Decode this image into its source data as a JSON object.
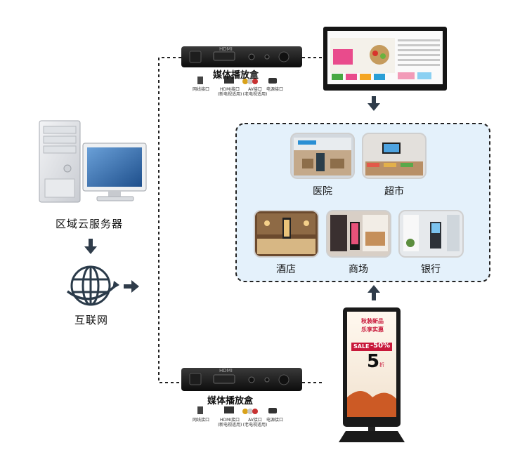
{
  "server": {
    "label": "区域云服务器"
  },
  "internet": {
    "label": "互联网"
  },
  "media_box_top": {
    "title": "媒体播放盒",
    "hdmi_text": "HDMI",
    "ports": [
      {
        "name": "网线接口",
        "sub": ""
      },
      {
        "name": "HDMI接口",
        "sub": "(新电视适用)"
      },
      {
        "name": "AV接口",
        "sub": "(老电视适用)"
      },
      {
        "name": "电源接口",
        "sub": ""
      }
    ]
  },
  "media_box_bottom": {
    "title": "媒体播放盒",
    "hdmi_text": "HDMI",
    "ports": [
      {
        "name": "网线接口",
        "sub": ""
      },
      {
        "name": "HDMI接口",
        "sub": "(新电视适用)"
      },
      {
        "name": "AV接口",
        "sub": "(老电视适用)"
      },
      {
        "name": "电源接口",
        "sub": ""
      }
    ]
  },
  "venues": [
    {
      "label": "医院"
    },
    {
      "label": "超市"
    },
    {
      "label": "酒店"
    },
    {
      "label": "商场"
    },
    {
      "label": "银行"
    }
  ],
  "kiosk": {
    "line1": "秋装新品",
    "line2": "乐享实惠",
    "sale": "SALE",
    "percent": "-50%",
    "big": "5",
    "small": "折"
  },
  "colors": {
    "dashed": "#222222",
    "scene_bg": "#e4f1fb",
    "arrow": "#2f3c4a"
  }
}
